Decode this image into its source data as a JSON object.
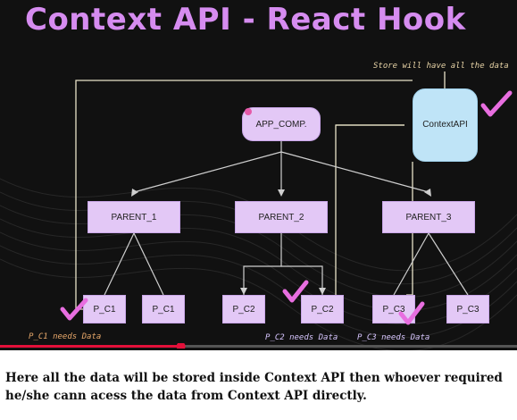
{
  "slide": {
    "title": "Context API  - React Hook",
    "store_note": "Store will have all the data",
    "app_label": "APP_COMP.",
    "context_label_line1": "Context",
    "context_label_line2": "API",
    "parents": [
      "PARENT_1",
      "PARENT_2",
      "PARENT_3"
    ],
    "children": [
      "P_C1",
      "P_C1",
      "P_C2",
      "P_C2",
      "P_C3",
      "P_C3"
    ],
    "pc1_note": "P_C1 needs Data",
    "pc2_note": "P_C2 needs Data",
    "pc3_note": "P_C3 needs Data",
    "colors": {
      "title": "#d68cf0",
      "node_fill": "#e3c8f6",
      "context_fill": "#bfe4f7",
      "checkmark": "#e86ee0",
      "progress": "#e3103a"
    },
    "video_progress": 0.35
  },
  "caption": "Here all the data will be stored inside Context API then whoever required he/she cann acess the data from Context API directly."
}
